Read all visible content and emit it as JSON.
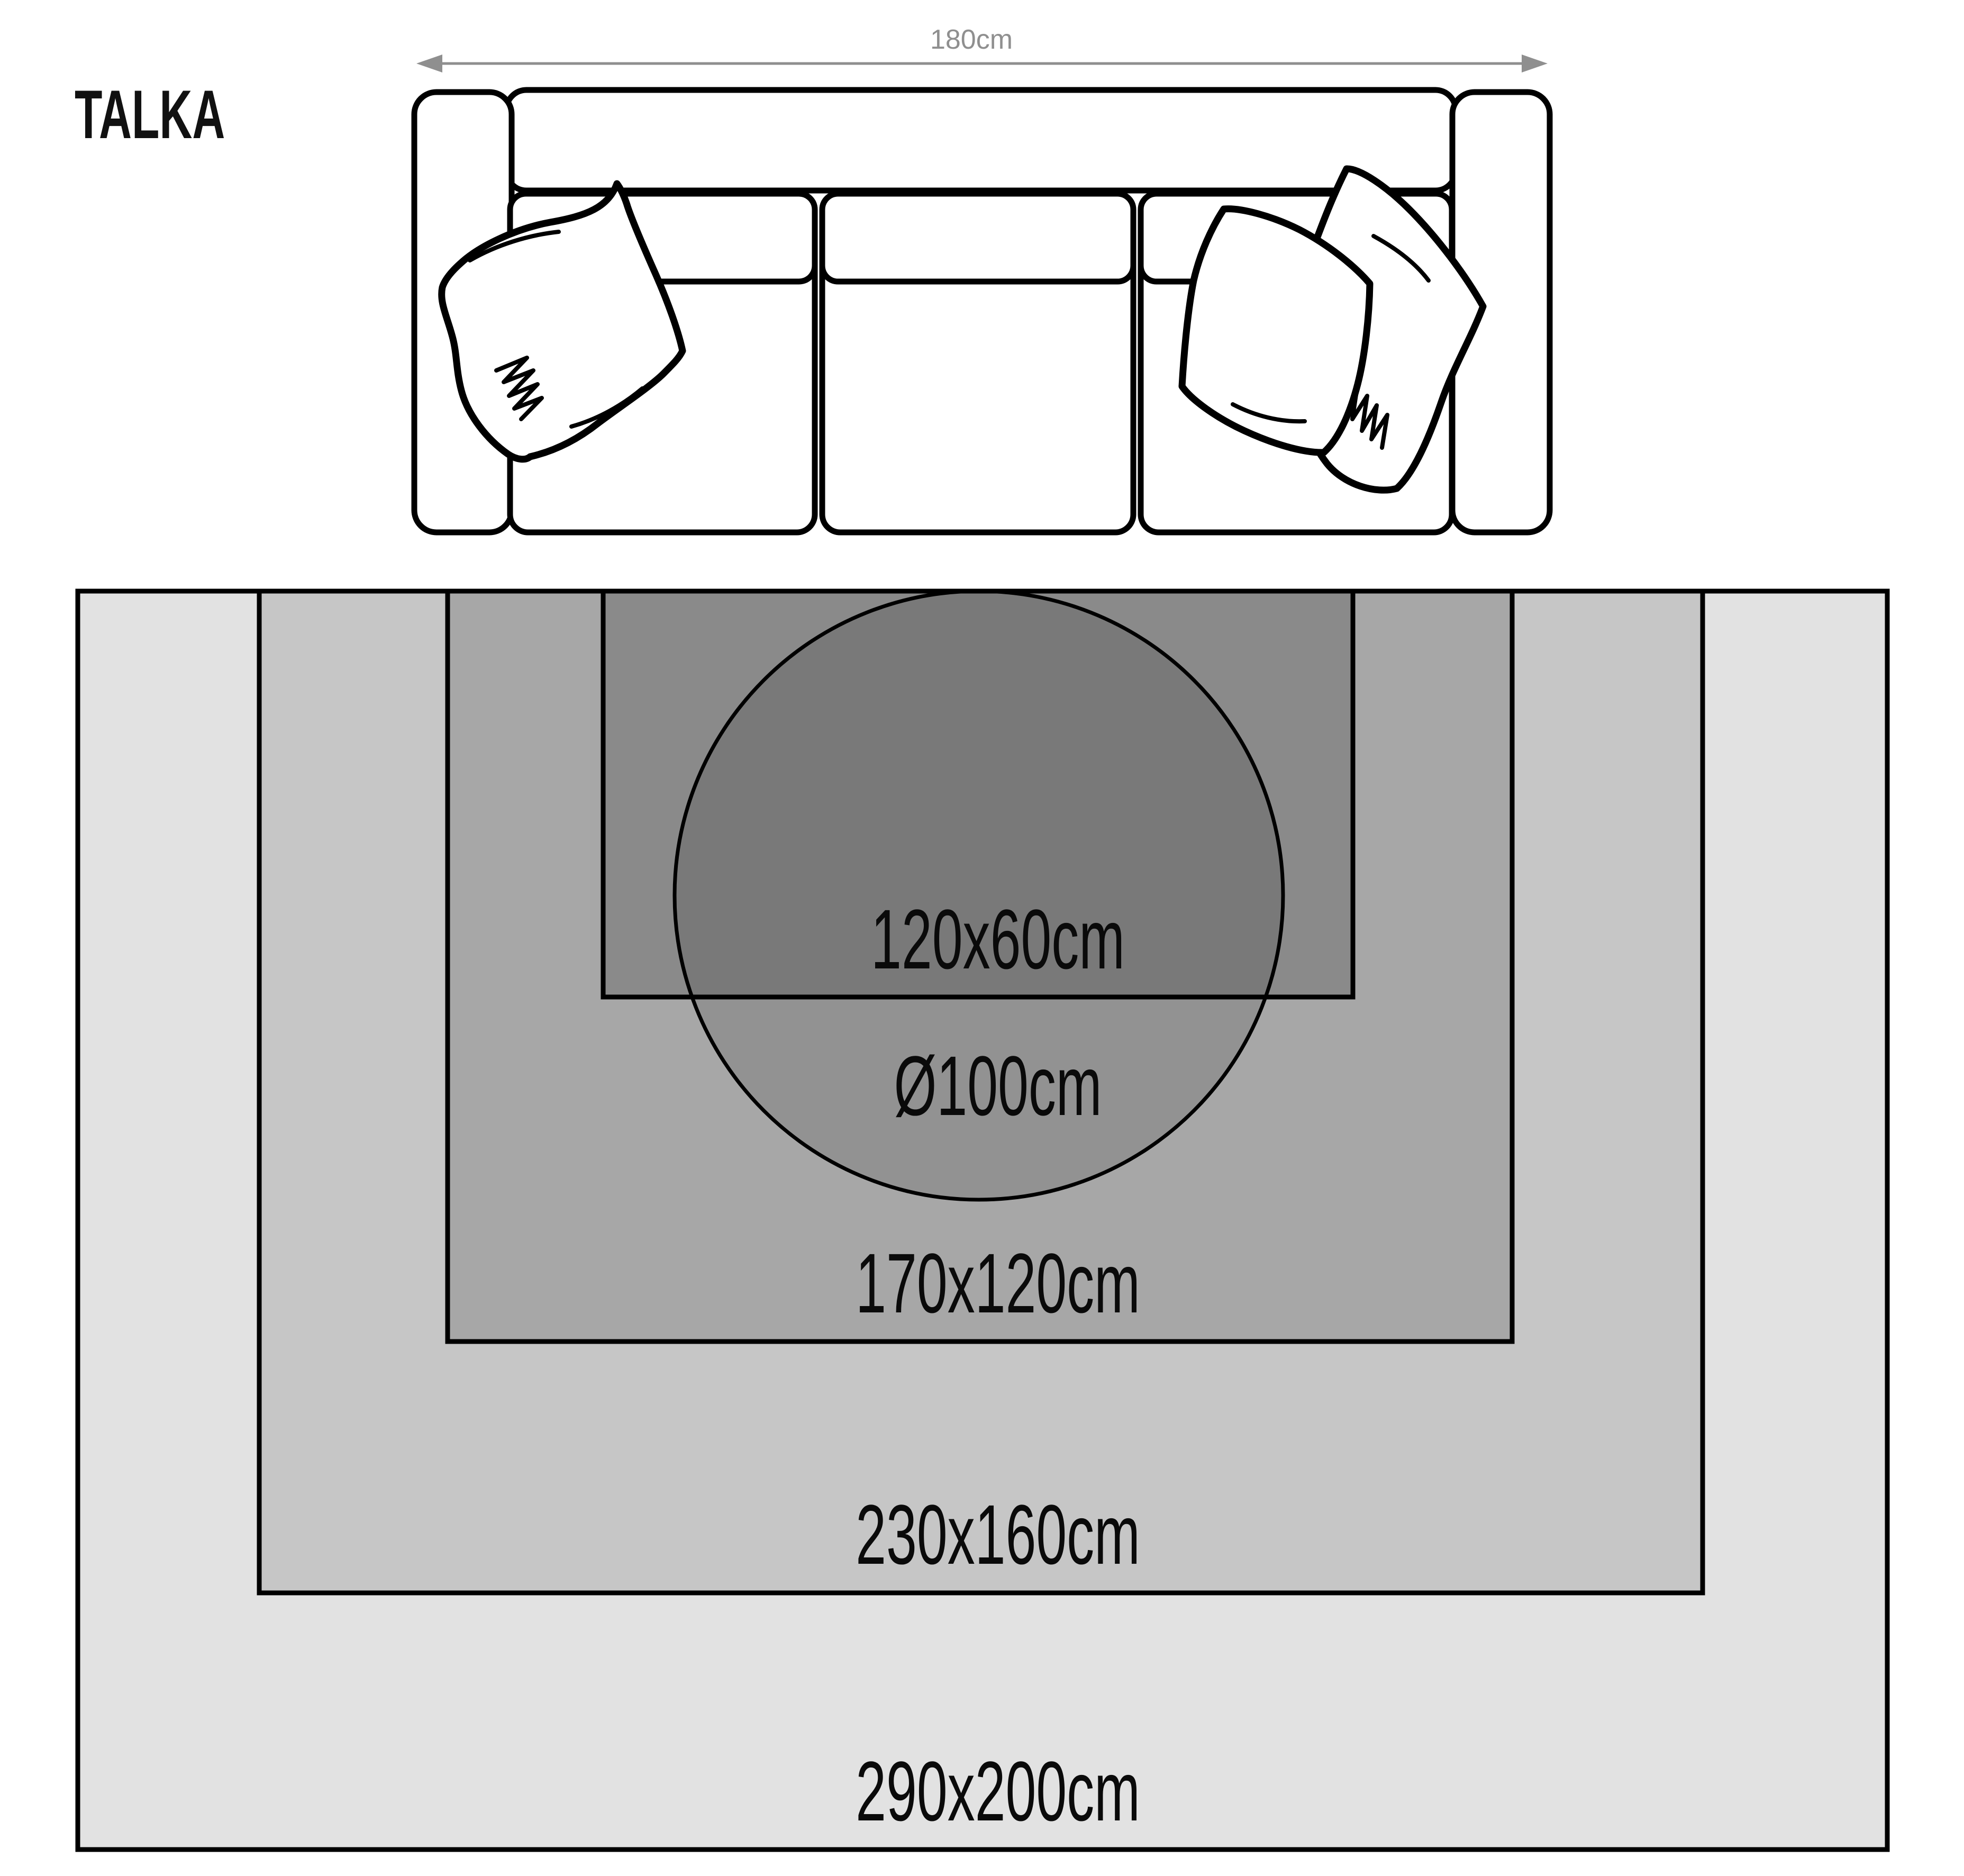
{
  "header": {
    "title": "TALKA"
  },
  "sofa": {
    "dimension_label": "180cm"
  },
  "rugs": [
    {
      "id": "290x200",
      "label": "290x200cm",
      "fill": "#e2e2e2"
    },
    {
      "id": "230x160",
      "label": "230x160cm",
      "fill": "#c6c6c6"
    },
    {
      "id": "170x120",
      "label": "170x120cm",
      "fill": "#a7a7a7"
    },
    {
      "id": "120x60",
      "label": "120x60cm",
      "fill": "#8a8a8a"
    },
    {
      "id": "round100",
      "label": "Ø100cm",
      "fill": "rgba(0,0,0,0.12)"
    }
  ],
  "colors": {
    "background": "#ffffff",
    "outline": "#000000",
    "dimension": "#8f8f8f",
    "label_text": "#0a0a0a",
    "circle_stroke": "#1b1b1b"
  }
}
